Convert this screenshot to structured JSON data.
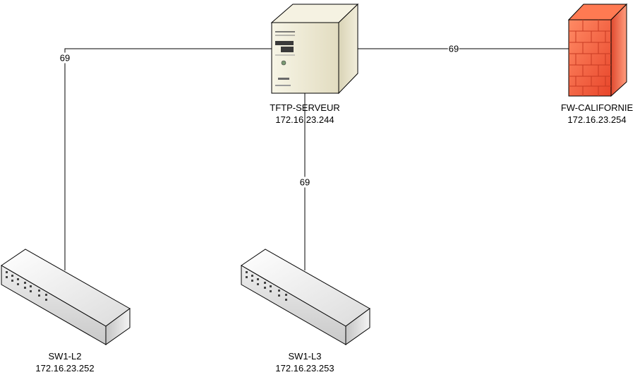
{
  "links": [
    {
      "cost": "69",
      "from": "tftp-serveur",
      "to": "sw1-l2"
    },
    {
      "cost": "69",
      "from": "tftp-serveur",
      "to": "fw-californie"
    },
    {
      "cost": "69",
      "from": "tftp-serveur",
      "to": "sw1-l3"
    }
  ],
  "nodes": {
    "server": {
      "name": "TFTP-SERVEUR",
      "ip": "172.16.23.244",
      "icon": "server-icon"
    },
    "firewall": {
      "name": "FW-CALIFORNIE",
      "ip": "172.16.23.254",
      "icon": "firewall-icon"
    },
    "sw_l2": {
      "name": "SW1-L2",
      "ip": "172.16.23.252",
      "icon": "switch-icon"
    },
    "sw_l3": {
      "name": "SW1-L3",
      "ip": "172.16.23.253",
      "icon": "switch-icon"
    }
  },
  "colors": {
    "link": "#000000",
    "firewall": "#f05a3c",
    "server": "#ece8d2",
    "switch": "#e8e8e8"
  }
}
